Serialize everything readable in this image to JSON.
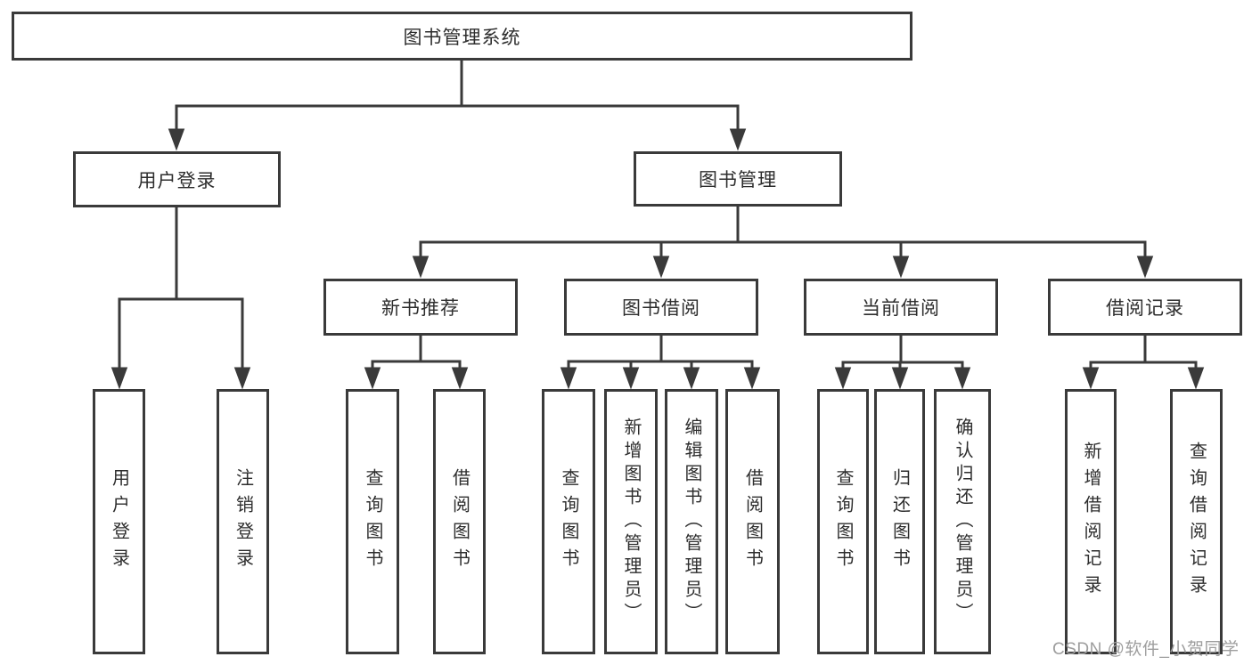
{
  "diagram": {
    "type": "tree",
    "colors": {
      "background": "#ffffff",
      "line": "#3a3a3a",
      "box_border": "#3a3a3a",
      "text": "#2d2d2d",
      "watermark": "#9e9e9e"
    },
    "root": {
      "label": "图书管理系统",
      "children": [
        {
          "label": "用户登录",
          "children": [
            {
              "label": "用户登录"
            },
            {
              "label": "注销登录"
            }
          ]
        },
        {
          "label": "图书管理",
          "children": [
            {
              "label": "新书推荐",
              "children": [
                {
                  "label": "查询图书"
                },
                {
                  "label": "借阅图书"
                }
              ]
            },
            {
              "label": "图书借阅",
              "children": [
                {
                  "label": "查询图书"
                },
                {
                  "label": "新增图书（管理员）"
                },
                {
                  "label": "编辑图书（管理员）"
                },
                {
                  "label": "借阅图书"
                }
              ]
            },
            {
              "label": "当前借阅",
              "children": [
                {
                  "label": "查询图书"
                },
                {
                  "label": "归还图书"
                },
                {
                  "label": "确认归还（管理员）"
                }
              ]
            },
            {
              "label": "借阅记录",
              "children": [
                {
                  "label": "新增借阅记录"
                },
                {
                  "label": "查询借阅记录"
                }
              ]
            }
          ]
        }
      ]
    },
    "watermark": "CSDN @软件_小贺同学"
  }
}
